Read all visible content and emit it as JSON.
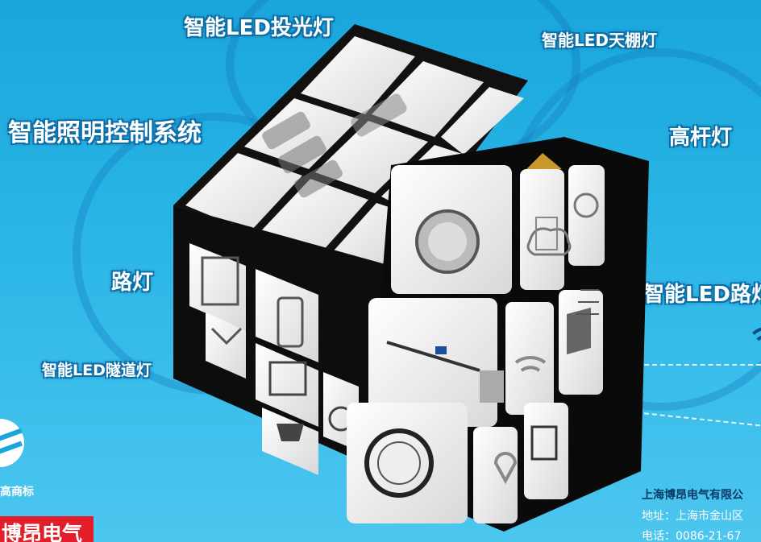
{
  "labels": {
    "floodlight": "智能LED投光灯",
    "highbay": "智能LED天棚灯",
    "control_system": "智能照明控制系统",
    "high_mast": "高杆灯",
    "street_lamp": "路灯",
    "smart_street": "智能LED路灯",
    "tunnel": "智能LED隧道灯"
  },
  "branding": {
    "trademark": "高商标",
    "name": "博昂电气"
  },
  "contact": {
    "company": "上海博昂电气有限公",
    "address": "地址：上海市金山区",
    "phone": "电话：0086-21-67"
  },
  "colors": {
    "background": "#1aa6dc",
    "label_outline": "#0e6fa8",
    "brand_red": "#e41d2b",
    "company_text": "#0a3b66",
    "cube_frame": "#111111",
    "tile": "#f4f4f4"
  },
  "cube_icons": {
    "top": [
      "floodlight-icon",
      "floodlight-icon",
      "floodlight-icon",
      "floodlight-icon",
      "floodlight-icon",
      "floodlight-icon",
      "floodlight-icon",
      "floodlight-icon",
      "floodlight-icon"
    ],
    "left": [
      "tablet-icon",
      "phone-icon",
      "mail-icon",
      "screen-icon",
      "cup-icon",
      "gauge-icon"
    ],
    "front": [
      "highbay-light-icon",
      "cloud-icon",
      "wifi-icon",
      "streetlight-icon",
      "driver-box-icon",
      "solar-panel-icon",
      "round-highbay-icon",
      "location-icon",
      "monitor-icon"
    ],
    "right": [
      "building-icon",
      "meter-icon",
      "clock-icon",
      "grid-icon"
    ]
  }
}
